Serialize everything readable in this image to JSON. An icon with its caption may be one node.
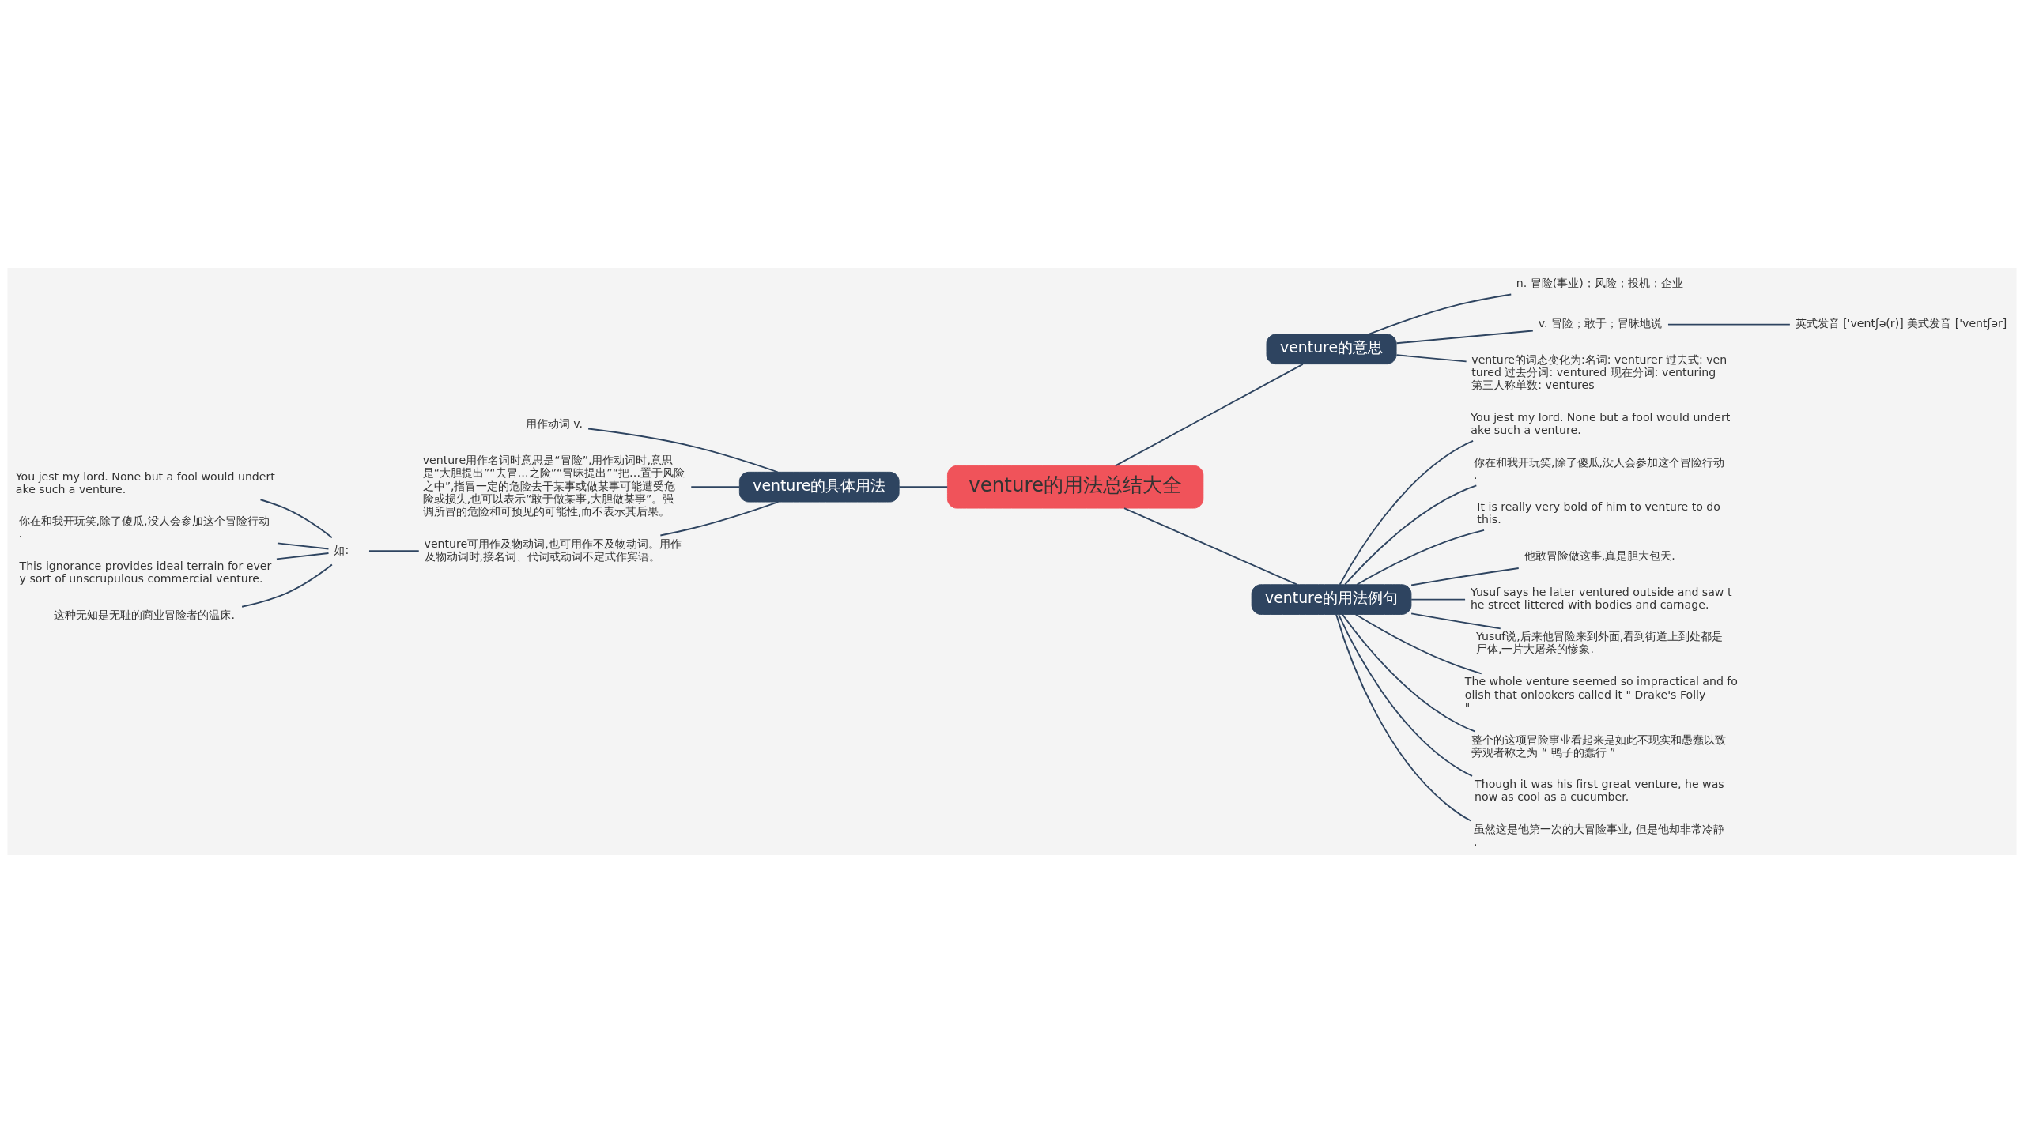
{
  "diagram": {
    "nodes": [
      {
        "text": [
          "venture的用法总结大全"
        ]
      },
      {
        "text": [
          "venture的意思"
        ]
      },
      {
        "text": [
          "n. 冒险(事业)；风险；投机；企业"
        ]
      },
      {
        "text": [
          "v. 冒险；敢于；冒昧地说"
        ]
      },
      {
        "text": [
          "英式发音 ['ventʃə(r)] 美式发音 ['ventʃər]"
        ]
      },
      {
        "text": [
          "venture的词态变化为:名词: venturer 过去式: ventured 过去分词: ventured 现在分词: venturing 第三人称单数: ventures"
        ]
      },
      {
        "text": [
          "venture的用法例句"
        ]
      },
      {
        "text": [
          "You jest my lord. None but a fool would undertake such a venture."
        ]
      },
      {
        "text": [
          "你在和我开玩笑,除了傻瓜,没人会参加这个冒险行动."
        ]
      },
      {
        "text": [
          "It is really very bold of him to venture to do this."
        ]
      },
      {
        "text": [
          "他敢冒险做这事,真是胆大包天."
        ]
      },
      {
        "text": [
          "Yusuf says he later ventured outside and saw the street littered with bodies and carnage."
        ]
      },
      {
        "text": [
          "Yusuf说,后来他冒险来到外面,看到街道上到处都是尸体,一片大屠杀的惨象."
        ]
      },
      {
        "text": [
          "The whole venture seemed so impractical and foolish that onlookers called it \" Drake's Folly \""
        ]
      },
      {
        "text": [
          "整个的这项冒险事业看起来是如此不现实和愚蠢以致旁观者称之为 “ 鸭子的蠢行 ”"
        ]
      },
      {
        "text": [
          "Though it was his first great venture, he was now as cool as a cucumber."
        ]
      },
      {
        "text": [
          "虽然这是他第一次的大冒险事业, 但是他却非常冷静."
        ]
      },
      {
        "text": [
          "venture的具体用法"
        ]
      },
      {
        "text": [
          "用作动词 v."
        ]
      },
      {
        "text": [
          "venture用作名词时意思是“冒险”,用作动词时,意思是“大胆提出”“去冒…之险”“冒昧提出”“把…置于风险之中”,指冒一定的危险去干某事或做某事可能遭受危险或损失,也可以表示“敢于做某事,大胆做某事”。强调所冒的危险和可预见的可能性,而不表示其后果。"
        ]
      },
      {
        "text": [
          "venture可用作及物动词,也可用作不及物动词。用作及物动词时,接名词、代词或动词不定式作宾语。"
        ]
      },
      {
        "text": [
          "如:"
        ]
      },
      {
        "text": [
          "You jest my lord. None but a fool would undertake such a venture."
        ]
      },
      {
        "text": [
          "你在和我开玩笑,除了傻瓜,没人会参加这个冒险行动."
        ]
      },
      {
        "text": [
          "This ignorance provides ideal terrain for every sort of unscrupulous commercial venture."
        ]
      },
      {
        "text": [
          "这种无知是无耻的商业冒险者的温床."
        ]
      }
    ],
    "edges": [
      {
        "from": 0,
        "to": 1,
        "arrow": "none"
      },
      {
        "from": 1,
        "to": 2,
        "arrow": "none"
      },
      {
        "from": 1,
        "to": 3,
        "arrow": "none"
      },
      {
        "from": 3,
        "to": 4,
        "arrow": "none"
      },
      {
        "from": 1,
        "to": 5,
        "arrow": "none"
      },
      {
        "from": 0,
        "to": 6,
        "arrow": "none"
      },
      {
        "from": 6,
        "to": 7,
        "arrow": "none"
      },
      {
        "from": 6,
        "to": 8,
        "arrow": "none"
      },
      {
        "from": 6,
        "to": 9,
        "arrow": "none"
      },
      {
        "from": 6,
        "to": 10,
        "arrow": "none"
      },
      {
        "from": 6,
        "to": 11,
        "arrow": "none"
      },
      {
        "from": 6,
        "to": 12,
        "arrow": "none"
      },
      {
        "from": 6,
        "to": 13,
        "arrow": "none"
      },
      {
        "from": 6,
        "to": 14,
        "arrow": "none"
      },
      {
        "from": 6,
        "to": 15,
        "arrow": "none"
      },
      {
        "from": 6,
        "to": 16,
        "arrow": "none"
      },
      {
        "from": 0,
        "to": 17,
        "arrow": "none"
      },
      {
        "from": 17,
        "to": 18,
        "arrow": "none"
      },
      {
        "from": 17,
        "to": 19,
        "arrow": "none"
      },
      {
        "from": 17,
        "to": 20,
        "arrow": "none"
      },
      {
        "from": 20,
        "to": 21,
        "arrow": "none"
      },
      {
        "from": 21,
        "to": 22,
        "arrow": "none"
      },
      {
        "from": 21,
        "to": 23,
        "arrow": "none"
      },
      {
        "from": 21,
        "to": 24,
        "arrow": "none"
      },
      {
        "from": 21,
        "to": 25,
        "arrow": "none"
      }
    ]
  }
}
